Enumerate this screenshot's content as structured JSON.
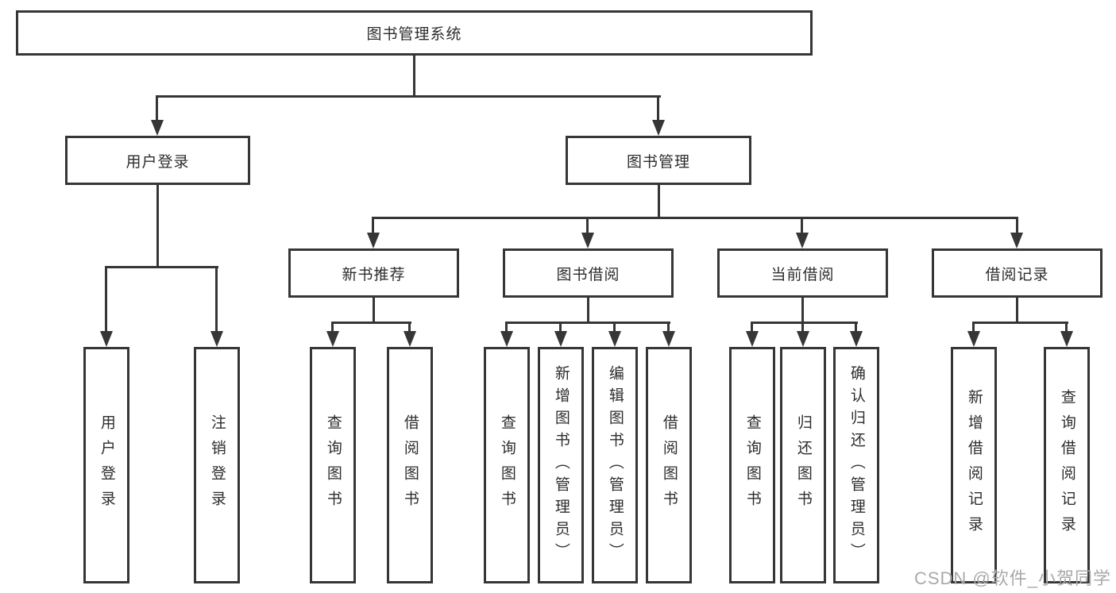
{
  "diagram": {
    "root": {
      "label": "图书管理系统"
    },
    "level2": [
      {
        "id": "user-login",
        "label": "用户登录",
        "children": [
          {
            "label": "用户登录"
          },
          {
            "label": "注销登录"
          }
        ]
      },
      {
        "id": "book-management",
        "label": "图书管理",
        "children": [
          {
            "id": "new-book-recommend",
            "label": "新书推荐",
            "children": [
              {
                "label": "查询图书"
              },
              {
                "label": "借阅图书"
              }
            ]
          },
          {
            "id": "book-borrowing",
            "label": "图书借阅",
            "children": [
              {
                "label": "查询图书"
              },
              {
                "label": "新增图书（管理员）"
              },
              {
                "label": "编辑图书（管理员）"
              },
              {
                "label": "借阅图书"
              }
            ]
          },
          {
            "id": "current-borrowing",
            "label": "当前借阅",
            "children": [
              {
                "label": "查询图书"
              },
              {
                "label": "归还图书"
              },
              {
                "label": "确认归还（管理员）"
              }
            ]
          },
          {
            "id": "borrowing-records",
            "label": "借阅记录",
            "children": [
              {
                "label": "新增借阅记录"
              },
              {
                "label": "查询借阅记录"
              }
            ]
          }
        ]
      }
    ]
  },
  "watermark": {
    "text": "CSDN @软件_小贺同学"
  },
  "colors": {
    "line": "#363636",
    "text": "#2d2d2d",
    "background": "#ffffff",
    "watermark": "#a9a9a9"
  }
}
